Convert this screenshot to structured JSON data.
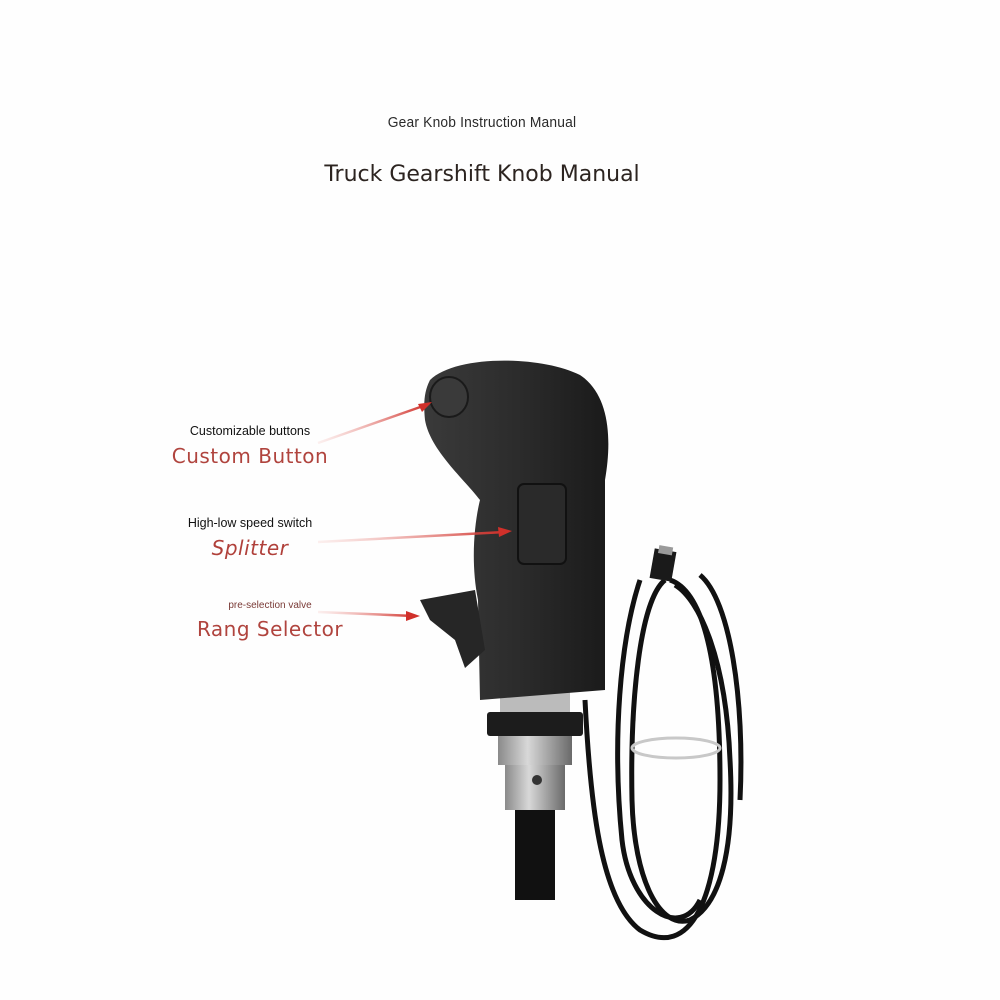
{
  "header": {
    "subtitle": "Gear Knob Instruction Manual",
    "title": "Truck Gearshift Knob Manual"
  },
  "callouts": [
    {
      "description": "Customizable buttons",
      "name": "Custom Button"
    },
    {
      "description": "High-low speed switch",
      "name": "Splitter"
    },
    {
      "description": "pre-selection valve",
      "name": "Rang Selector"
    }
  ],
  "colors": {
    "label_red": "#b0443e",
    "arrow_red": "#d0302a",
    "knob_body": "#2d2d2d",
    "cable": "#111111"
  }
}
